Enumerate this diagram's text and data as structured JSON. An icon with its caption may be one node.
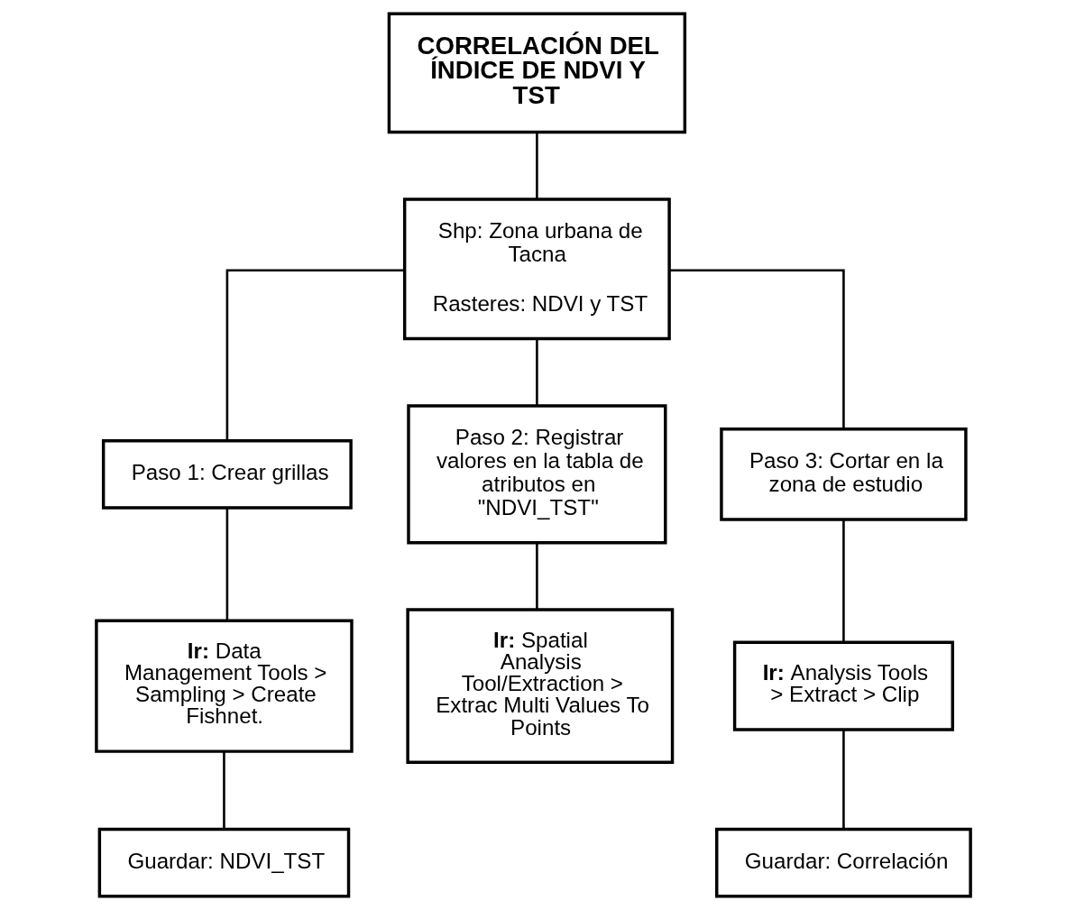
{
  "diagram": {
    "nodes": [
      {
        "text": [
          "CORRELACIÓN DEL ÍNDICE DE NDVI Y TST"
        ]
      },
      {
        "text": [
          "Shp: Zona urbana de Tacna",
          "Rasteres: NDVI y TST"
        ]
      },
      {
        "text": [
          "Paso 1: Crear grillas"
        ]
      },
      {
        "text": [
          "Paso 2: Registrar valores en la tabla de atributos en \"NDVI_TST\""
        ]
      },
      {
        "text": [
          "Paso 3: Cortar en la zona de estudio"
        ]
      },
      {
        "text": [
          "**Ir:** Data Management Tools > Sampling > Create Fishnet."
        ]
      },
      {
        "text": [
          "**Ir:** Spatial Analysis Tool/Extraction > Extrac Multi Values To Points"
        ]
      },
      {
        "text": [
          "**Ir:** Analysis Tools > Extract > Clip"
        ]
      },
      {
        "text": [
          "Guardar: NDVI_TST"
        ]
      },
      {
        "text": [
          "Guardar: Correlación"
        ]
      }
    ],
    "edges": [
      {
        "from": 0,
        "to": 1,
        "arrow": "none"
      },
      {
        "from": 1,
        "to": 2,
        "arrow": "none"
      },
      {
        "from": 1,
        "to": 3,
        "arrow": "none"
      },
      {
        "from": 1,
        "to": 4,
        "arrow": "none"
      },
      {
        "from": 2,
        "to": 5,
        "arrow": "none"
      },
      {
        "from": 3,
        "to": 6,
        "arrow": "none"
      },
      {
        "from": 4,
        "to": 7,
        "arrow": "none"
      },
      {
        "from": 5,
        "to": 8,
        "arrow": "none"
      },
      {
        "from": 7,
        "to": 9,
        "arrow": "none"
      }
    ]
  }
}
